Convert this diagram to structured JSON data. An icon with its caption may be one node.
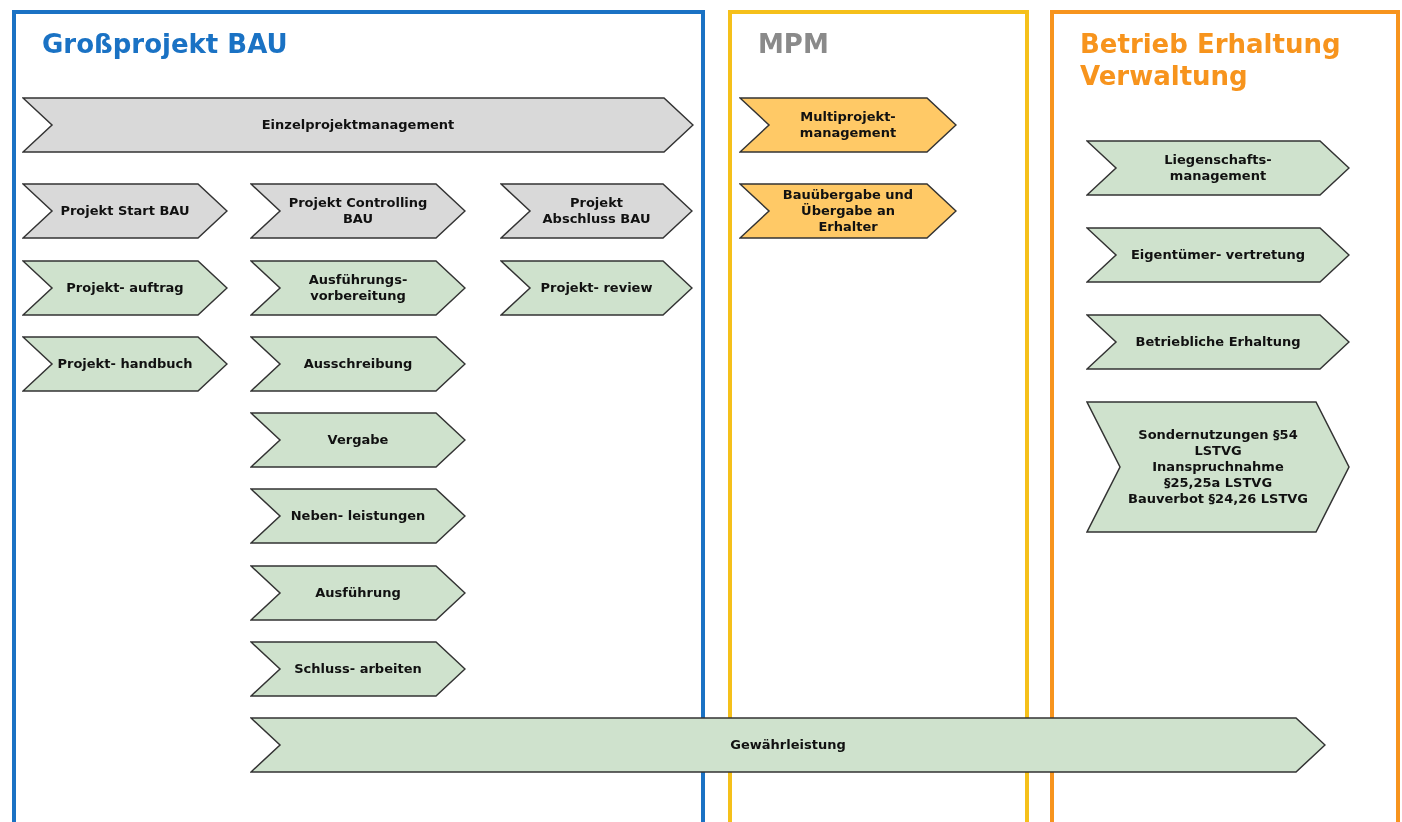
{
  "diagram": {
    "nodes": [
      {
        "text": [
          "Großprojekt BAU"
        ]
      },
      {
        "text": [
          "Einzelprojektmanagement"
        ],
        "in": 0
      },
      {
        "text": [
          "Projekt Start BAU"
        ],
        "in": 0
      },
      {
        "text": [
          "Projekt Controlling BAU"
        ],
        "in": 0
      },
      {
        "text": [
          "Projekt Abschluss BAU"
        ],
        "in": 0
      },
      {
        "text": [
          "Projekt- auftrag"
        ],
        "in": 0
      },
      {
        "text": [
          "Ausführungs- vorbereitung"
        ],
        "in": 0
      },
      {
        "text": [
          "Projekt- review"
        ],
        "in": 0
      },
      {
        "text": [
          "Projekt- handbuch"
        ],
        "in": 0
      },
      {
        "text": [
          "Ausschreibung"
        ],
        "in": 0
      },
      {
        "text": [
          "Vergabe"
        ],
        "in": 0
      },
      {
        "text": [
          "Neben- leistungen"
        ],
        "in": 0
      },
      {
        "text": [
          "Ausführung"
        ],
        "in": 0
      },
      {
        "text": [
          "Schluss- arbeiten"
        ],
        "in": 0
      },
      {
        "text": [
          "MPM"
        ]
      },
      {
        "text": [
          "Multiprojekt- management"
        ],
        "in": 14
      },
      {
        "text": [
          "Bauübergabe und Übergabe an Erhalter"
        ],
        "in": 14
      },
      {
        "text": [
          "Betrieb Erhaltung Verwaltung"
        ]
      },
      {
        "text": [
          "Liegenschafts- management"
        ],
        "in": 17
      },
      {
        "text": [
          "Eigentümer- vertretung"
        ],
        "in": 17
      },
      {
        "text": [
          "Betriebliche Erhaltung"
        ],
        "in": 17
      },
      {
        "text": [
          "Sondernutzungen §54 LSTVG",
          "Inanspruchnahme §25,25a LSTVG",
          "Bauverbot §24,26 LSTVG"
        ],
        "in": 17
      },
      {
        "text": [
          "Gewährleistung"
        ]
      }
    ],
    "edges": []
  }
}
